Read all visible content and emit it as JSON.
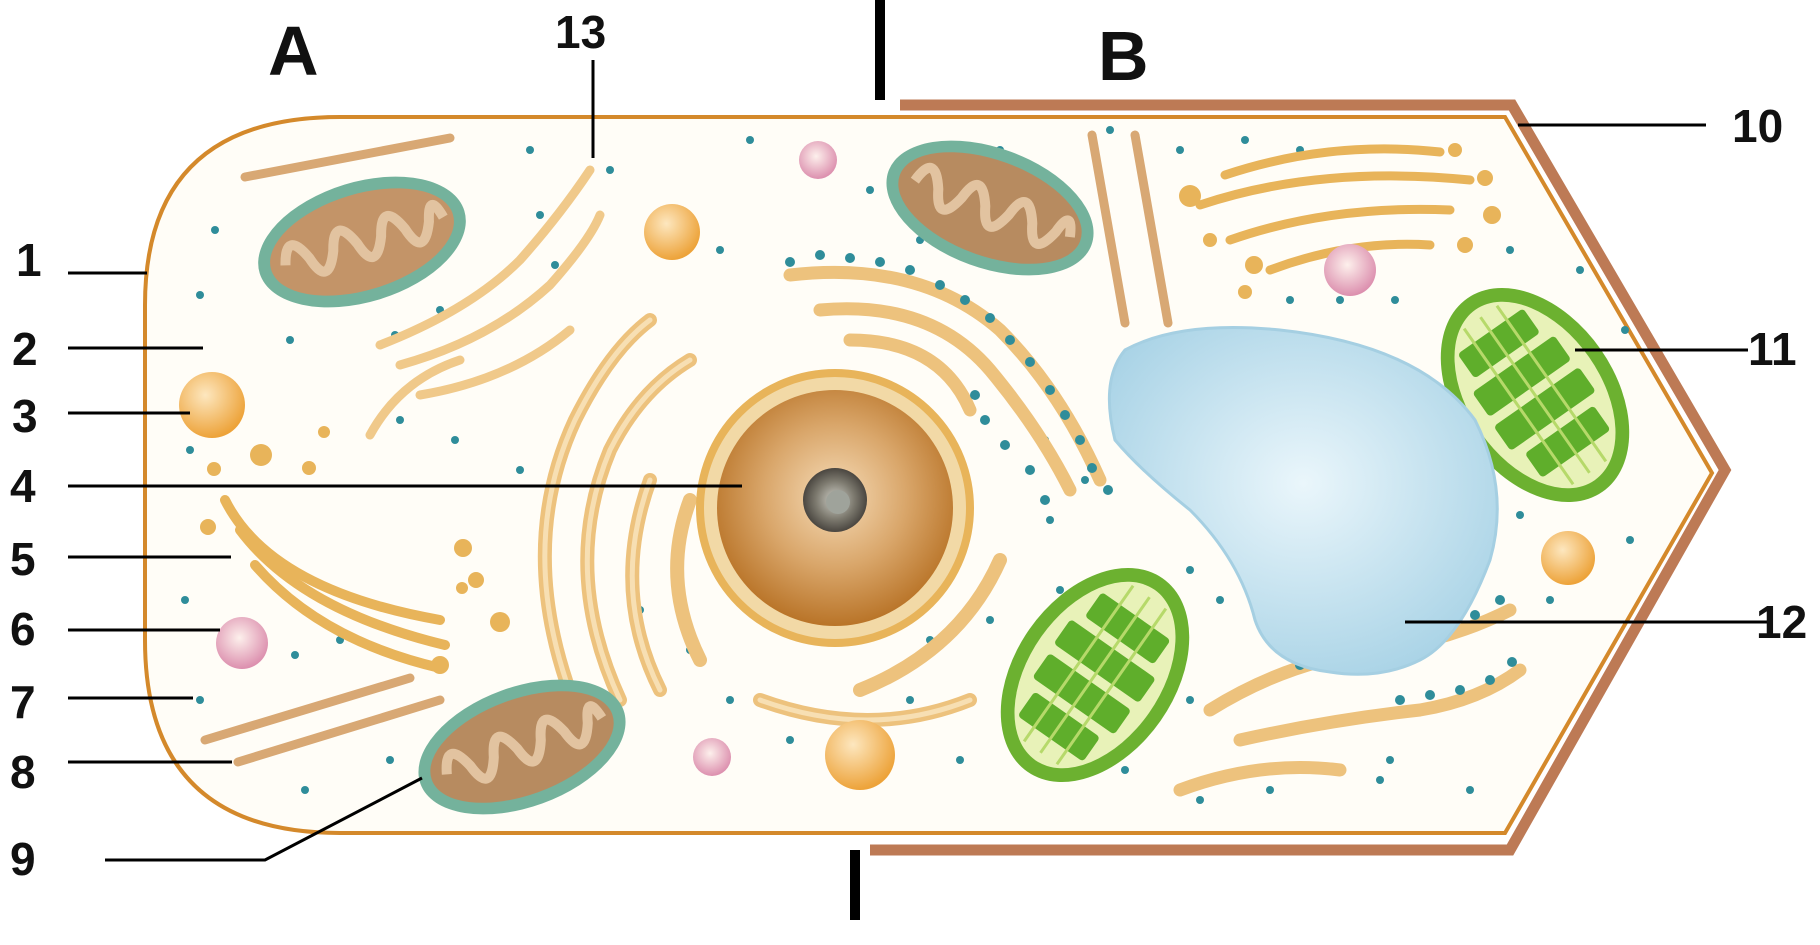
{
  "section_labels": {
    "left": "A",
    "right": "B"
  },
  "callouts": {
    "n1": "1",
    "n2": "2",
    "n3": "3",
    "n4": "4",
    "n5": "5",
    "n6": "6",
    "n7": "7",
    "n8": "8",
    "n9": "9",
    "n10": "10",
    "n11": "11",
    "n12": "12",
    "n13": "13"
  },
  "colors": {
    "membrane": "#d4892b",
    "cell_wall": "#bd7a55",
    "organelle_orange": "#e9b04c",
    "ribosome": "#2f8d9a",
    "mitochondrion_outer": "#6fae98",
    "mitochondrion_inner": "#b78b60",
    "chloroplast": "#6cb130",
    "vacuole": "#bcdfee",
    "nucleus": "#c5873f",
    "lysosome": "#e9a9c0"
  }
}
